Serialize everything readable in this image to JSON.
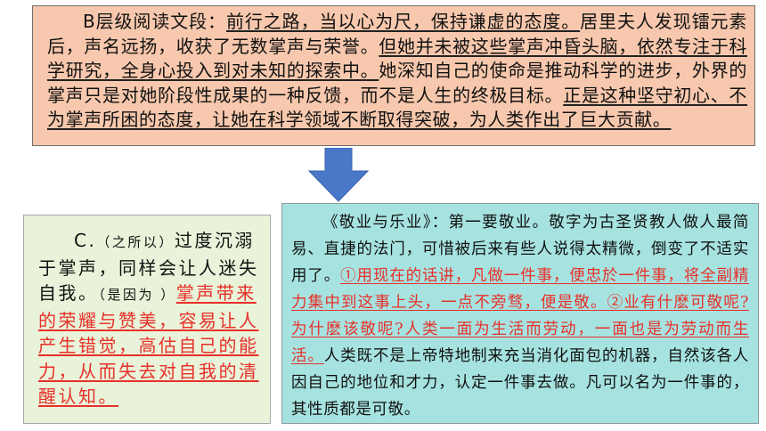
{
  "top": {
    "label": "B层级阅读文段：",
    "s1": "前行之路，当以心为尺，保持谦虚的态度。",
    "s2": "居里夫人发现镭元素后，声名远扬，收获了无数掌声与荣誉。",
    "s3": "但她并未被这些掌声冲昏头脑，依然专注于科学研究，全身心投入到对未知的探索中。",
    "s4": "她深知自己的使命是推动科学的进步，外界的掌声只是对她阶段性成果的一种反馈，而不是人生的终极目标。",
    "s5": "正是这种坚守初心、不为掌声所困的态度，让她在科学领域不断取得突破，为人类作出了巨大贡献。"
  },
  "left": {
    "letter": "C.",
    "p1": "（之所以）",
    "t1": "过度沉溺于掌声，同样会让人迷失自我。",
    "p2": "（是因为 ）",
    "t2": "掌声带来的荣耀与赞美，容易让人产生错觉，高估自己的能力，从而失去对自我的清醒认知。"
  },
  "right": {
    "t1": "《敬业与乐业》：第一要敬业。敬字为古圣贤教人做人最简易、直捷的法门，可惜被后来有些人说得太精微，倒变了不适实用了。",
    "t2": "①用现在的话讲，凡做一件事，便忠於一件事，将全副精力集中到这事上头，一点不旁骛，便是敬。②业有什麽可敬呢?为什麽该敬呢?人类一面为生活而劳动，一面也是为劳动而生活。",
    "t3": "人类既不是上帝特地制来充当消化面包的机器，自然该各人因自己的地位和才力，认定一件事去做。凡可以名为一件事的，其性质都是可敬。"
  },
  "colors": {
    "top_bg": "#f7c8ad",
    "left_bg": "#e9f3d9",
    "right_bg": "#a6e3e0",
    "accent_red": "#e8302a",
    "arrow": "#4a78c8"
  },
  "icons": {
    "arrow": "down-arrow-icon"
  }
}
